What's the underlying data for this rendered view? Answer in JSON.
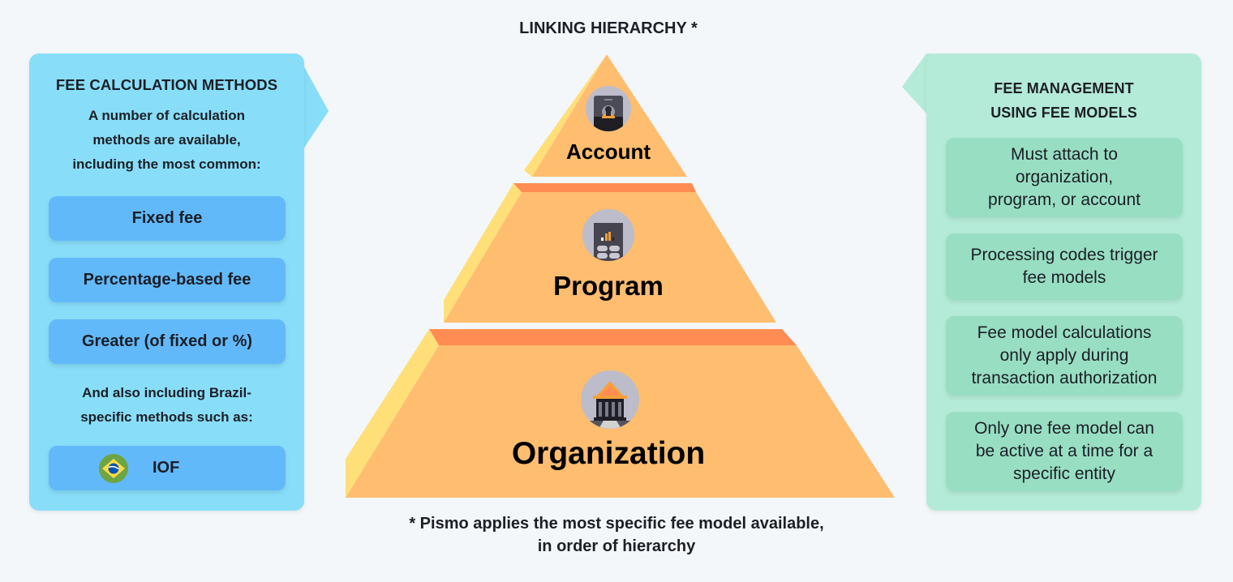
{
  "center": {
    "title": "LINKING HIERARCHY *",
    "tiers": [
      {
        "label": "Account",
        "icon": "account-card-icon"
      },
      {
        "label": "Program",
        "icon": "calculator-chart-icon"
      },
      {
        "label": "Organization",
        "icon": "bank-building-icon"
      }
    ],
    "footnote_line1": "* Pismo applies the most specific fee model available,",
    "footnote_line2": "in order of hierarchy"
  },
  "left_panel": {
    "title": "FEE CALCULATION METHODS",
    "intro": [
      "A number of calculation",
      "methods are available,",
      "including the most common:"
    ],
    "methods": [
      {
        "label": "Fixed fee"
      },
      {
        "label": "Percentage-based fee"
      },
      {
        "label": "Greater (of fixed or %)"
      }
    ],
    "brazil_intro": [
      "And also including Brazil-",
      "specific methods such as:"
    ],
    "brazil_method": {
      "label": "IOF",
      "icon": "brazil-flag-icon"
    }
  },
  "right_panel": {
    "title_line1": "FEE MANAGEMENT",
    "title_line2": "USING FEE MODELS",
    "rules": [
      {
        "lines": [
          "Must attach to",
          "organization,",
          "program, or account"
        ]
      },
      {
        "lines": [
          "Processing codes trigger",
          "fee models"
        ]
      },
      {
        "lines": [
          "Fee model calculations",
          "only apply during",
          "transaction authorization"
        ]
      },
      {
        "lines": [
          "Only one fee model can",
          "be active at a time for a",
          "specific entity"
        ]
      }
    ]
  },
  "colors": {
    "background": "#f4f7fa",
    "left_panel": "#88def9",
    "left_button": "#62b9fa",
    "right_panel": "#b4ebd8",
    "right_card": "#98dec3",
    "pyramid_face": "#ffbd6f",
    "pyramid_top": "#ff8c52",
    "pyramid_side": "#ffdf78"
  }
}
